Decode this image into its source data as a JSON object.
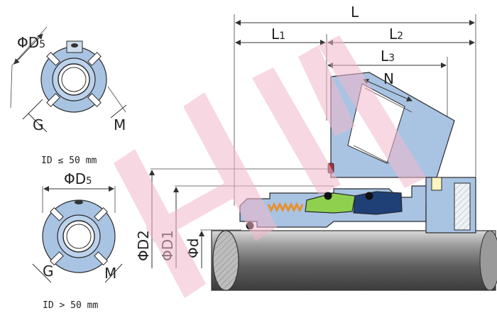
{
  "left_views": {
    "top": {
      "d5_prefix": "Φ",
      "d5_label": "D",
      "d5_sub": "5",
      "g_label": "G",
      "m_label": "M",
      "caption": "ID ≤ 50 mm"
    },
    "bottom": {
      "d5_prefix": "Φ",
      "d5_label": "D",
      "d5_sub": "5",
      "g_label": "G",
      "m_label": "M",
      "caption": "ID > 50 mm"
    }
  },
  "section": {
    "L": "L",
    "L1": "L",
    "L1_sub": "1",
    "L2": "L",
    "L2_sub": "2",
    "L3": "L",
    "L3_sub": "3",
    "N": "N",
    "D2": "ΦD2",
    "D1": "ΦD1",
    "d": "Φd"
  },
  "watermark": "HM",
  "colors": {
    "metal": "#a9c3e3",
    "seat_green": "#8fd14f",
    "seat_navy": "#1f3f77",
    "spring": "#e8902e",
    "oring": "#111111",
    "watermark": "#f2b8cc",
    "shaft": "#8a8a8a"
  }
}
